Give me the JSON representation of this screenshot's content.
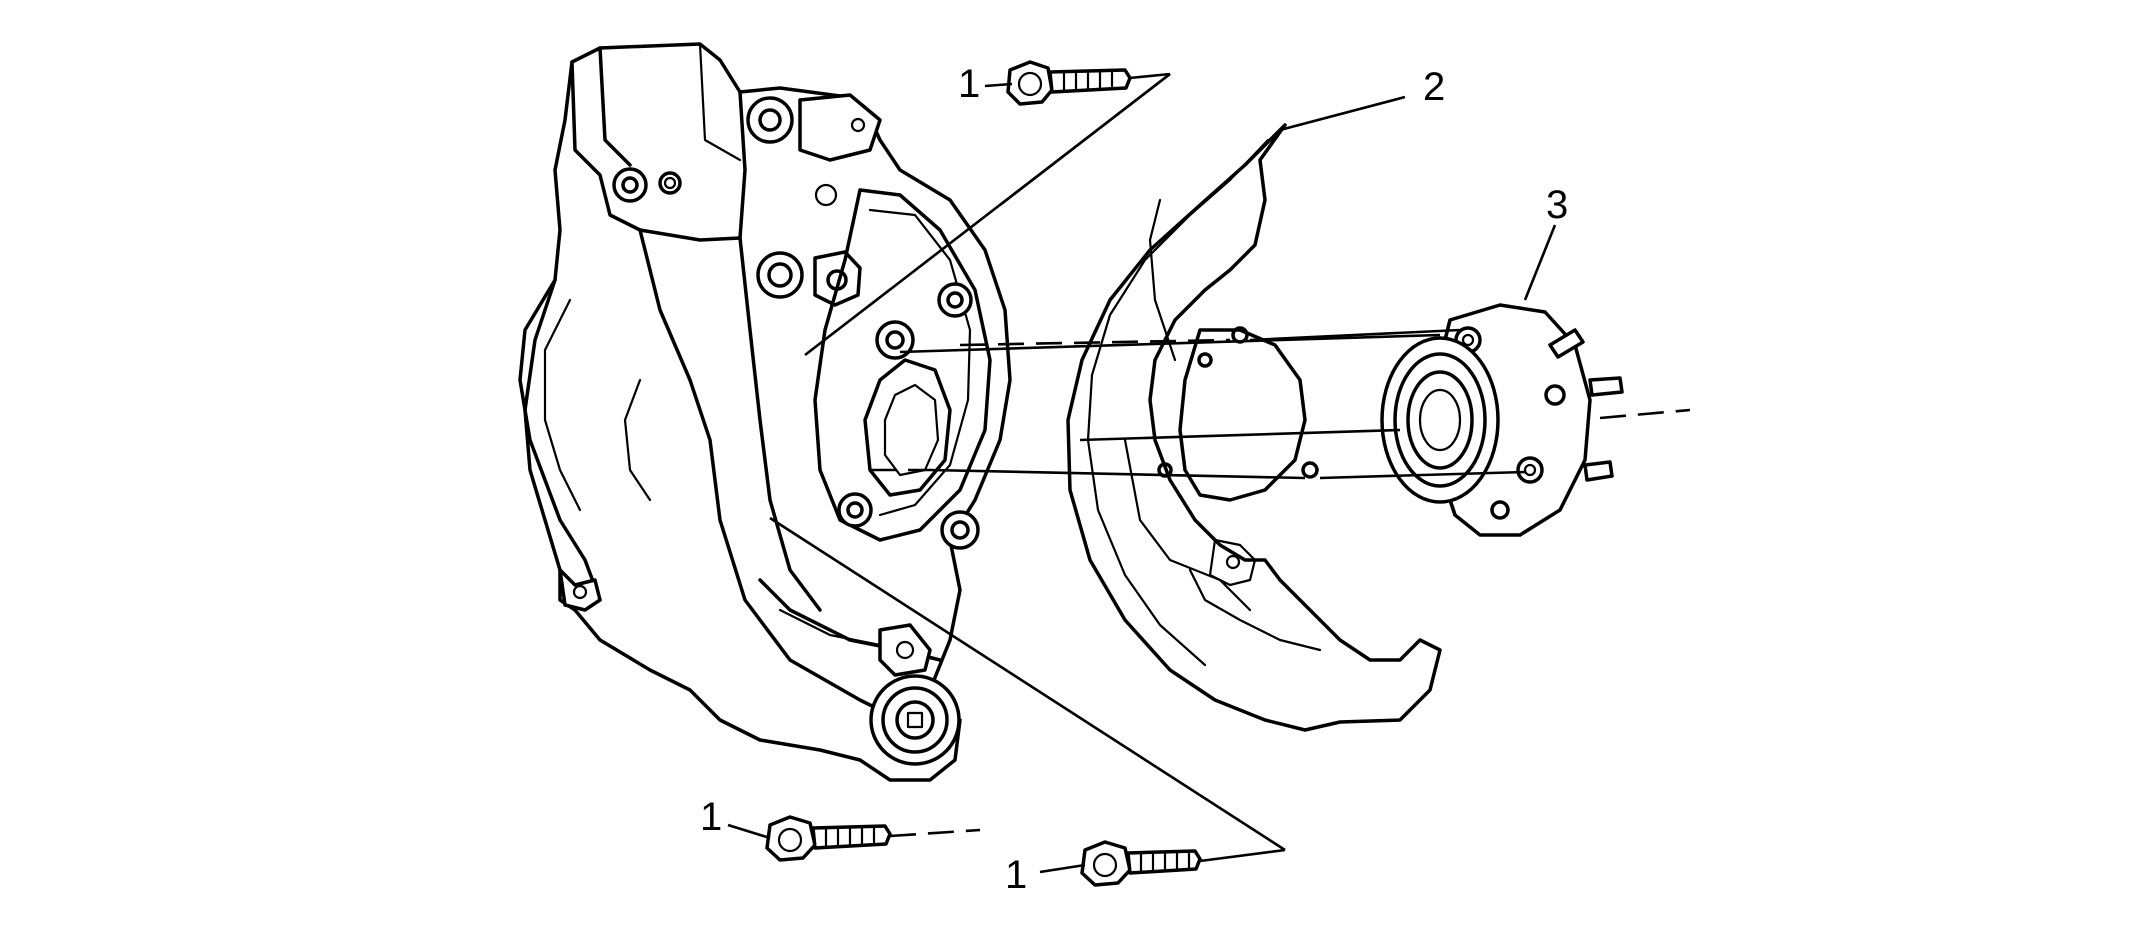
{
  "diagram": {
    "callouts": [
      {
        "id": "bolt-top",
        "label": "1"
      },
      {
        "id": "shield",
        "label": "2"
      },
      {
        "id": "hub",
        "label": "3"
      },
      {
        "id": "bolt-bottom-left",
        "label": "1"
      },
      {
        "id": "bolt-bottom-right",
        "label": "1"
      }
    ],
    "parts": [
      {
        "callout": "1",
        "icon": "bolt-icon"
      },
      {
        "callout": "2",
        "icon": "brake-shield-icon"
      },
      {
        "callout": "3",
        "icon": "wheel-hub-bearing-icon"
      },
      {
        "callout": "",
        "icon": "steering-knuckle-icon"
      }
    ],
    "colors": {
      "ink": "#000000",
      "background": "#ffffff"
    }
  }
}
